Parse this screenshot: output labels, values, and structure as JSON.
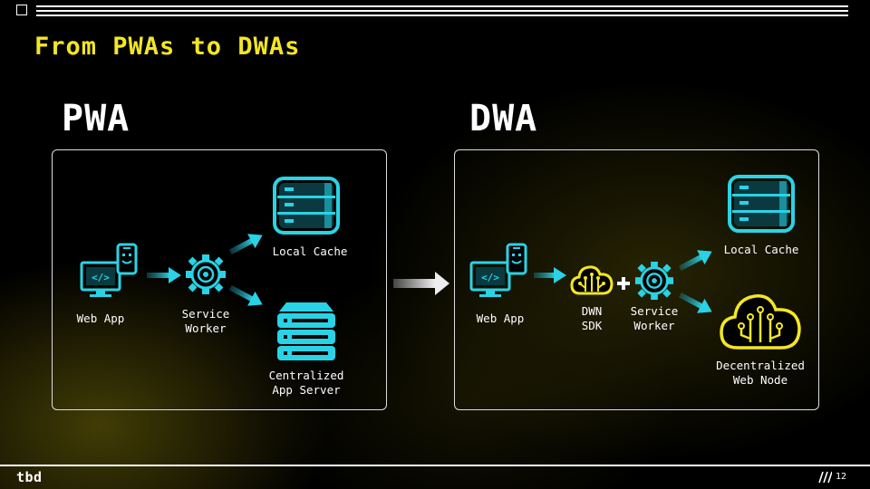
{
  "slide": {
    "title": "From PWAs to DWAs",
    "page_number": "12",
    "logo": "tbd"
  },
  "pwa": {
    "heading": "PWA",
    "web_app_label": "Web App",
    "service_worker_label": "Service\nWorker",
    "local_cache_label": "Local Cache",
    "server_label": "Centralized\nApp Server"
  },
  "dwa": {
    "heading": "DWA",
    "web_app_label": "Web App",
    "dwn_sdk_label": "DWN\nSDK",
    "service_worker_label": "Service\nWorker",
    "local_cache_label": "Local Cache",
    "web_node_label": "Decentralized\nWeb Node"
  },
  "colors": {
    "accent_yellow": "#f3e624",
    "accent_cyan": "#29d3e6",
    "arrow_cyan": "#22b8c8",
    "background": "#000000"
  }
}
